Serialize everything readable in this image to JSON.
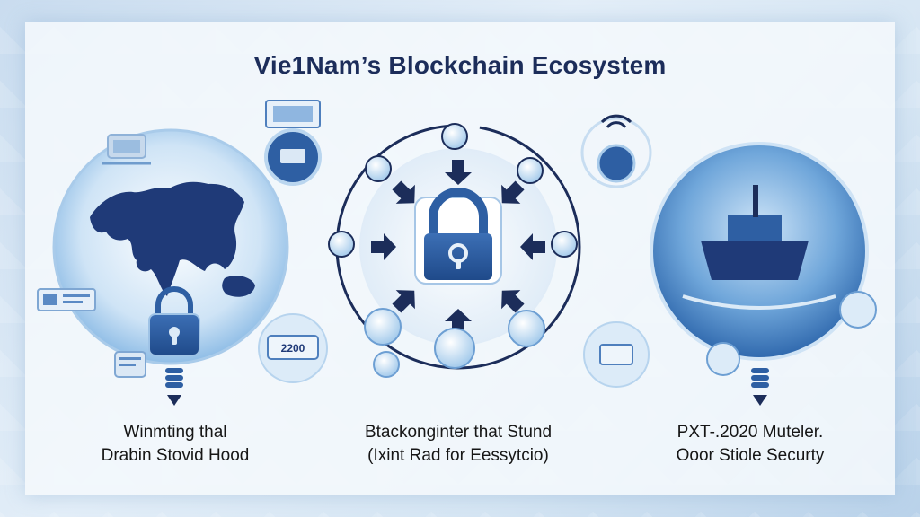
{
  "title": "Vie1Nam’s Blockchain Ecosystem",
  "captions": [
    {
      "line1": "Winmting thal",
      "line2": "Drabin Stovid Hood"
    },
    {
      "line1": "Btackonginter that Stund",
      "line2": "(Ixint Rad for Eessytcio)"
    },
    {
      "line1": "PXT-.2020 Muteler.",
      "line2": "Ooor Stiole Securty"
    }
  ],
  "icons": {
    "left": [
      "world-map-icon",
      "padlock-icon",
      "id-card-icon",
      "coin-stack-icon",
      "down-arrow-icon"
    ],
    "center": [
      "padlock-icon",
      "network-node-icon",
      "arrow-icon"
    ],
    "right": [
      "ship-icon",
      "wifi-icon",
      "coin-stack-icon",
      "down-arrow-icon"
    ]
  },
  "badges": {
    "left_small": "2200"
  },
  "colors": {
    "navy": "#1c2d5a",
    "blue": "#2e5fa3",
    "light_blue": "#a8cdea",
    "accent": "#3e7cc4"
  }
}
